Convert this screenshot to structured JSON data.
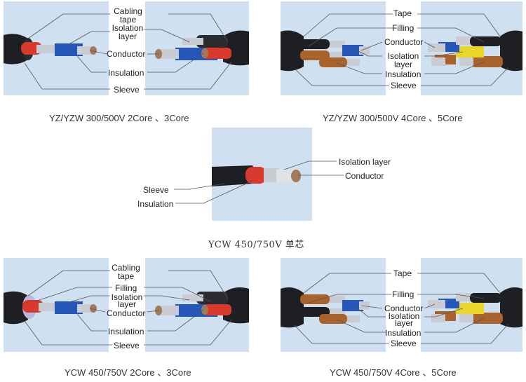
{
  "colors": {
    "panel_bg": "#cfe0f0",
    "sleeve": "#1e1f22",
    "insulation_red": "#d83a2e",
    "insulation_blue": "#2557b8",
    "insulation_yellow": "#e8d62a",
    "insulation_brown": "#a8622c",
    "conductor": "#c9ccd2",
    "leader_line": "#555555"
  },
  "diagrams": [
    {
      "caption": "YZ/YZW 300/500V 2Core 、3Core",
      "labels": [
        "Cabling tape",
        "Isolation layer",
        "Conductor",
        "Insulation",
        "Sleeve"
      ]
    },
    {
      "caption": "YZ/YZW 300/500V 4Core 、5Core",
      "labels": [
        "Tape",
        "Filling",
        "Conductor",
        "Isolation layer",
        "Insulation",
        "Sleeve"
      ]
    },
    {
      "caption": "YCW 450/750V 单芯",
      "labels": [
        "Isolation layer",
        "Conductor",
        "Sleeve",
        "Insulation"
      ]
    },
    {
      "caption": "YCW 450/750V 2Core 、3Core",
      "labels": [
        "Cabling tape",
        "Filling",
        "Isolation layer",
        "Conductor",
        "Insulation",
        "Sleeve"
      ]
    },
    {
      "caption": "YCW 450/750V 4Core 、5Core",
      "labels": [
        "Tape",
        "Filling",
        "Conductor",
        "Isolation layer",
        "Insulation",
        "Sleeve"
      ]
    }
  ]
}
